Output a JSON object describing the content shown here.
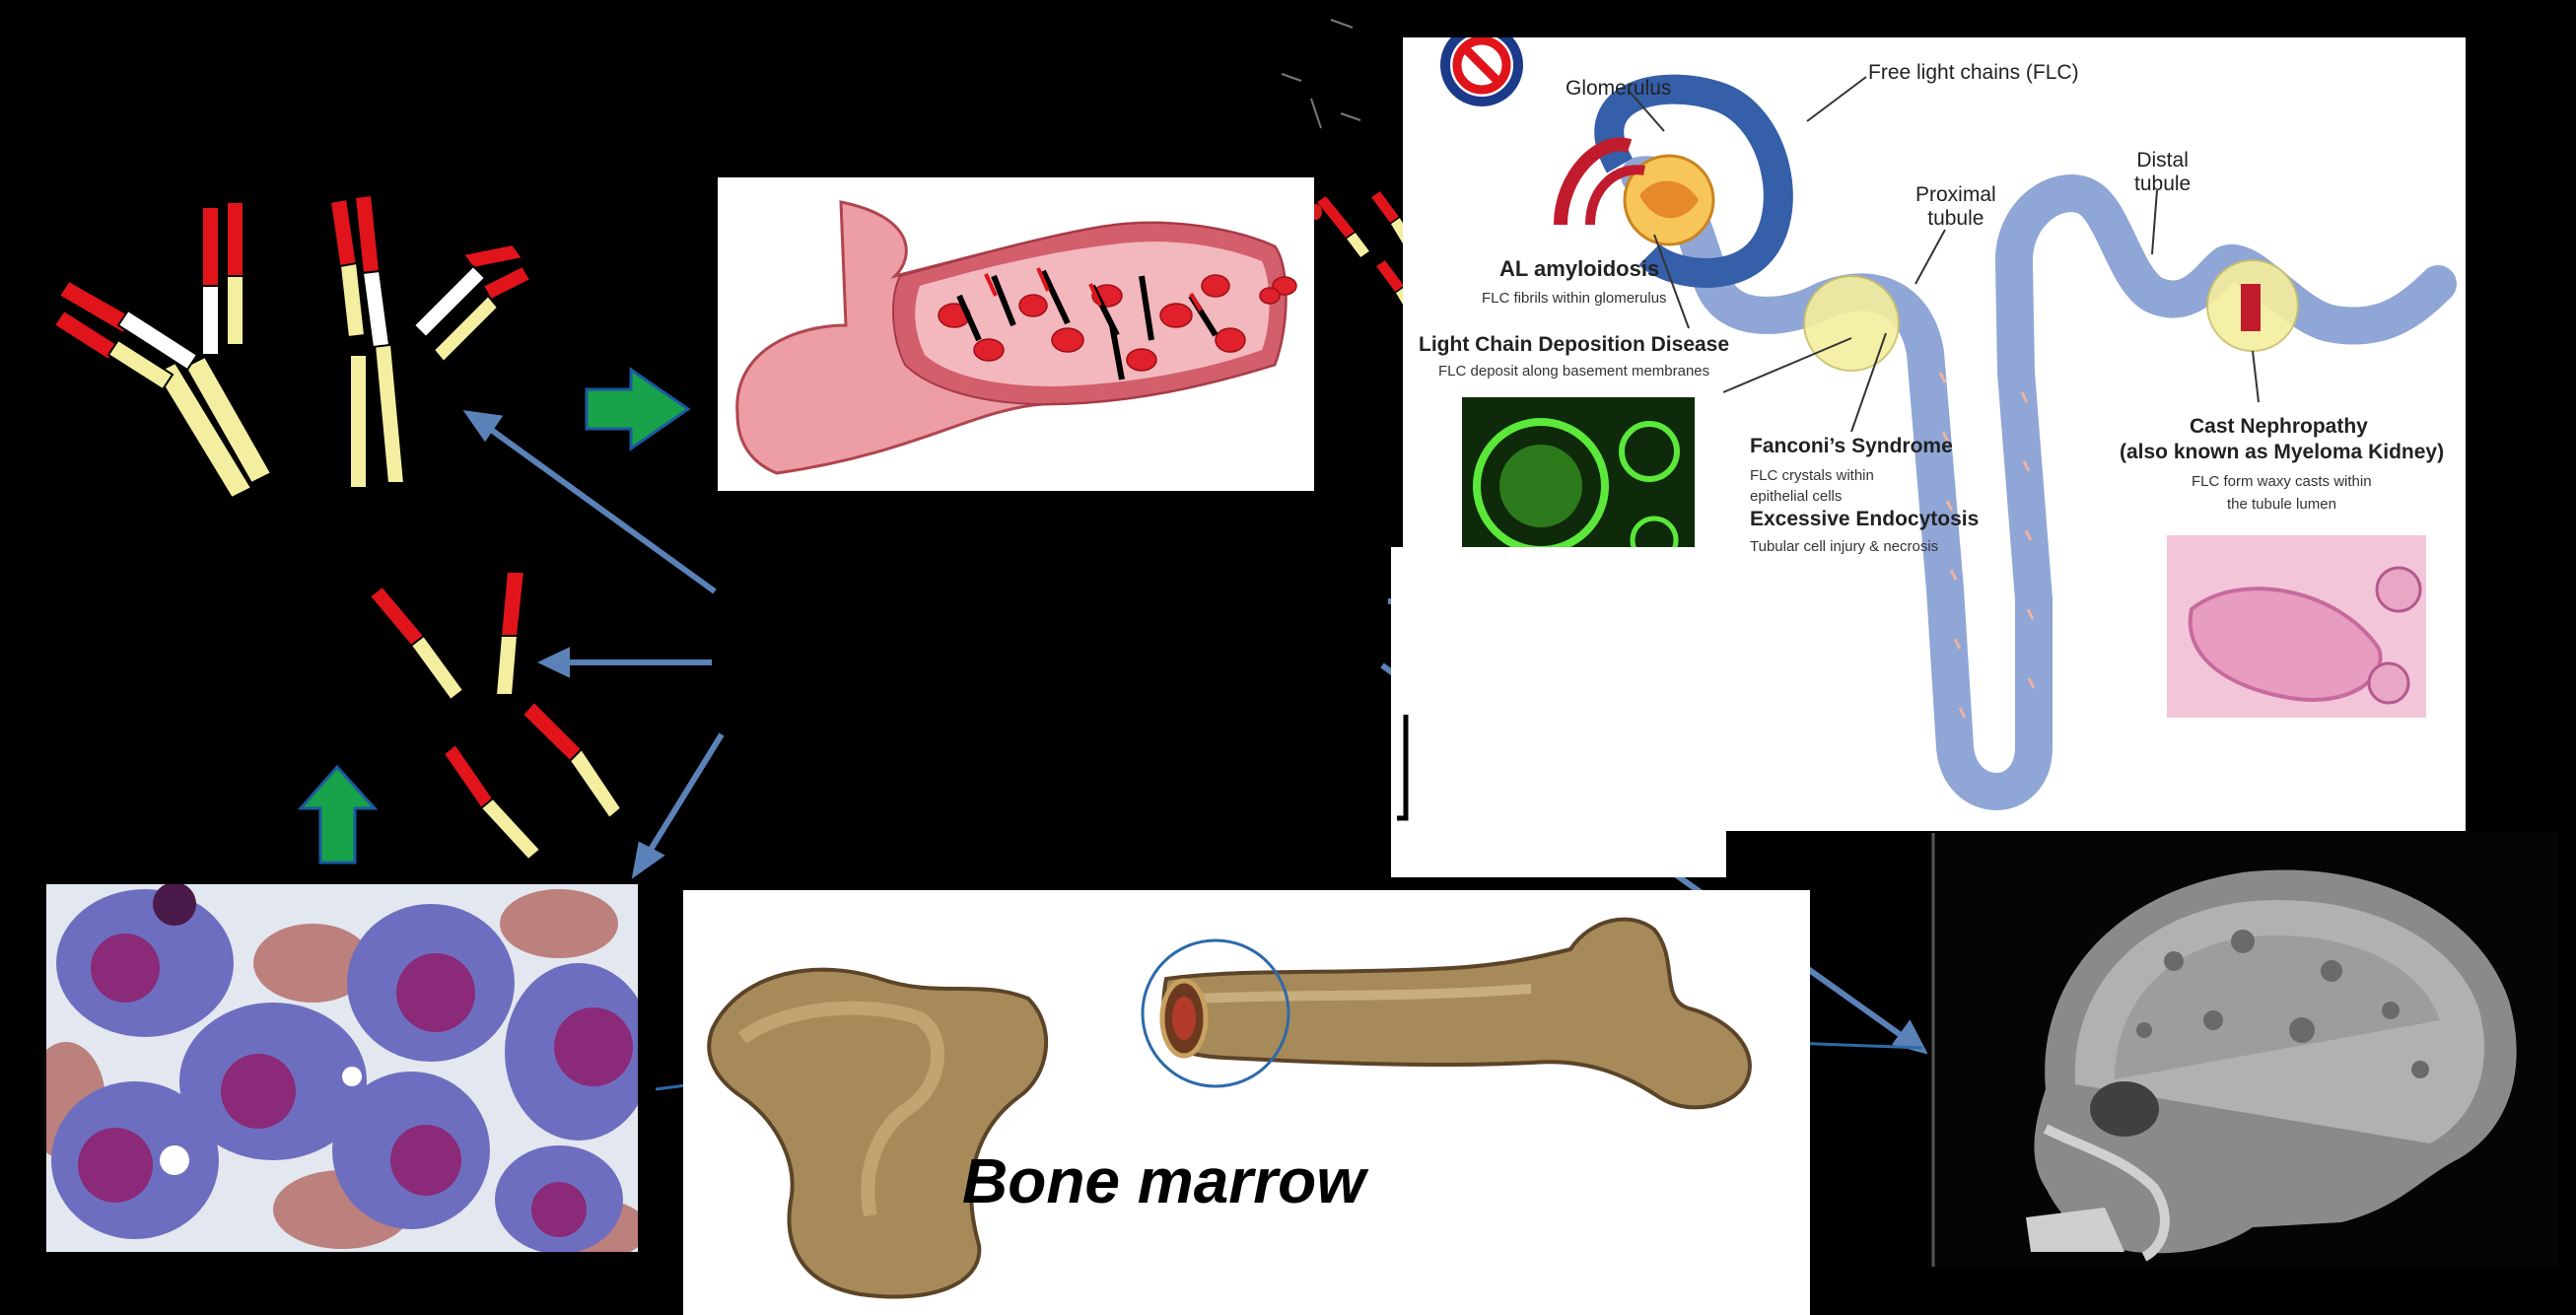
{
  "kidney": {
    "free_light_chains": "Free light chains (FLC)",
    "glomerulus": "Glomerulus",
    "proximal_tubule": "Proximal\ntubule",
    "distal_tubule": "Distal\ntubule",
    "al_amyloidosis": "AL amyloidosis",
    "al_desc": "FLC fibrils within glomerulus",
    "lcdd": "Light Chain Deposition Disease",
    "lcdd_desc": "FLC deposit along basement membranes",
    "fanconi": "Fanconi’s Syndrome",
    "fanconi_desc1": "FLC crystals within",
    "fanconi_desc2": "epithelial cells",
    "endocytosis": "Excessive Endocytosis",
    "endocytosis_desc": "Tubular cell injury & necrosis",
    "cast": "Cast Nephropathy",
    "cast_alt": "(also known as Myeloma Kidney)",
    "cast_desc1": "FLC form waxy casts within",
    "cast_desc2": "the tubule lumen"
  },
  "bone": {
    "label": "Bone marrow"
  },
  "colors": {
    "arrow_blue": "#5b82b8",
    "arrow_green": "#18a24a",
    "light_chain_red": "#e0141a",
    "heavy_chain_yellow": "#f4eea0",
    "tubule_blue": "#8fa6d6"
  }
}
